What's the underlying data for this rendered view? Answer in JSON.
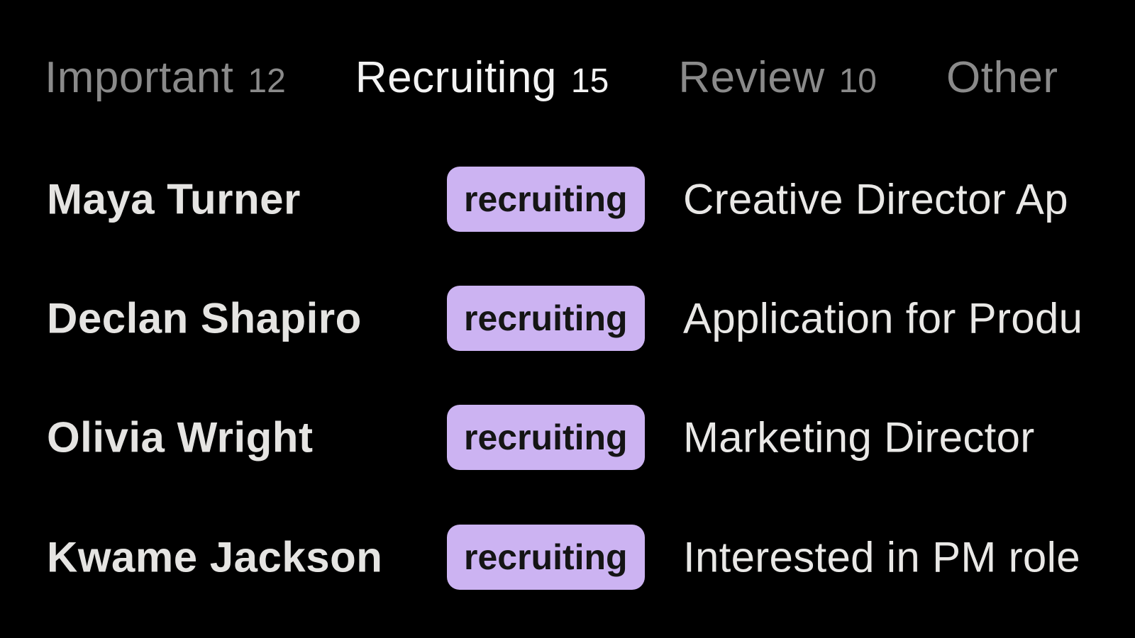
{
  "app": {
    "description": "Dark-themed email inbox with split tabs",
    "background_color": "#000000"
  },
  "tabs": {
    "items": [
      {
        "label": "Important",
        "count": "12",
        "active": false
      },
      {
        "label": "Recruiting",
        "count": "15",
        "active": true
      },
      {
        "label": "Review",
        "count": "10",
        "active": false
      },
      {
        "label": "Other",
        "count": "",
        "active": false
      }
    ],
    "active_color": "#f3f3f3",
    "inactive_color": "#8a8a8a"
  },
  "list": {
    "tag_style": {
      "background": "#ccb3f2",
      "text_color": "#151515"
    },
    "rows": [
      {
        "sender": "Maya Turner",
        "tag": "recruiting",
        "subject": "Creative Director Ap"
      },
      {
        "sender": "Declan Shapiro",
        "tag": "recruiting",
        "subject": "Application for Produ"
      },
      {
        "sender": "Olivia Wright",
        "tag": "recruiting",
        "subject": "Marketing Director"
      },
      {
        "sender": "Kwame Jackson",
        "tag": "recruiting",
        "subject": "Interested in PM role"
      }
    ]
  }
}
